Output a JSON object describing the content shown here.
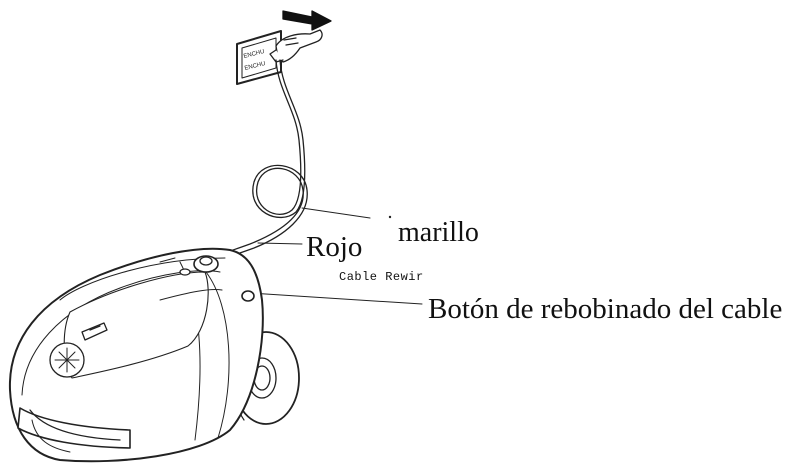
{
  "labels": {
    "amarillo": "marillo",
    "rojo": "Rojo",
    "cable_rewind": "Cable Rewir",
    "rewind_button": "Botón de rebobinado del cable"
  },
  "colors": {
    "line": "#222222",
    "fill": "#ffffff",
    "arrow": "#111111"
  }
}
